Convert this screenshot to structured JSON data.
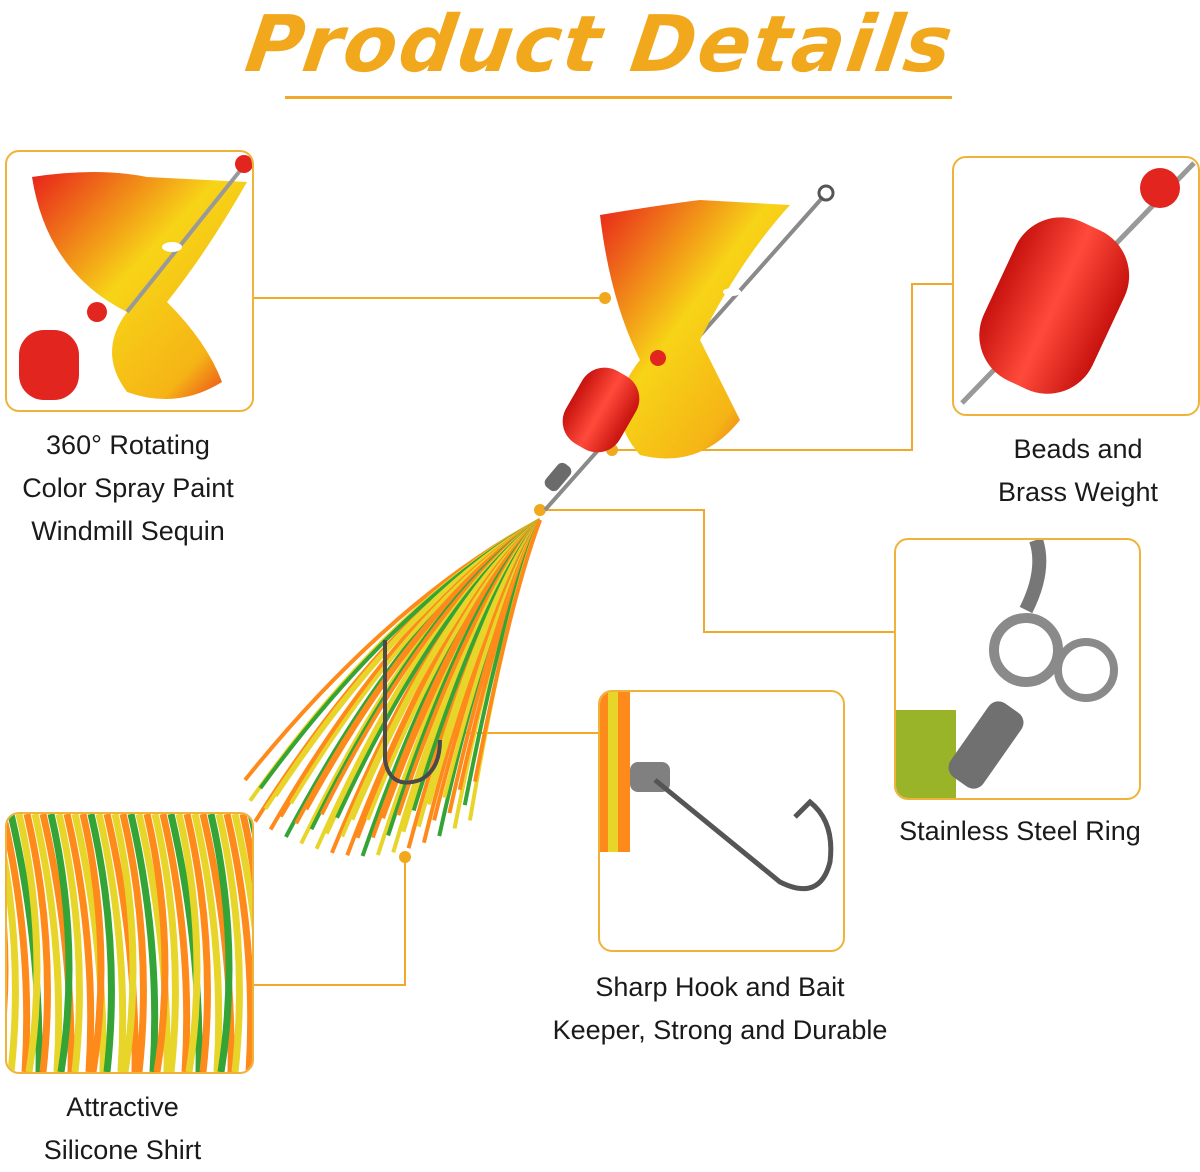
{
  "title": "Product Details",
  "colors": {
    "accent": "#f2a81d",
    "line": "#f0a92a",
    "lure_red": "#e8211b",
    "lure_yellow": "#f7d417",
    "skirt_orange": "#ff8a1c",
    "skirt_yellow": "#e8d52a",
    "skirt_green": "#35a437"
  },
  "features": [
    {
      "id": "sequin",
      "lines": [
        "360° Rotating",
        "Color Spray Paint",
        "Windmill Sequin"
      ]
    },
    {
      "id": "beads",
      "lines": [
        "Beads and",
        "Brass Weight"
      ]
    },
    {
      "id": "ring",
      "lines": [
        "Stainless Steel Ring"
      ]
    },
    {
      "id": "hook",
      "lines": [
        "Sharp Hook and Bait",
        "Keeper, Strong and Durable"
      ]
    },
    {
      "id": "skirt",
      "lines": [
        "Attractive",
        "Silicone Shirt"
      ]
    }
  ]
}
